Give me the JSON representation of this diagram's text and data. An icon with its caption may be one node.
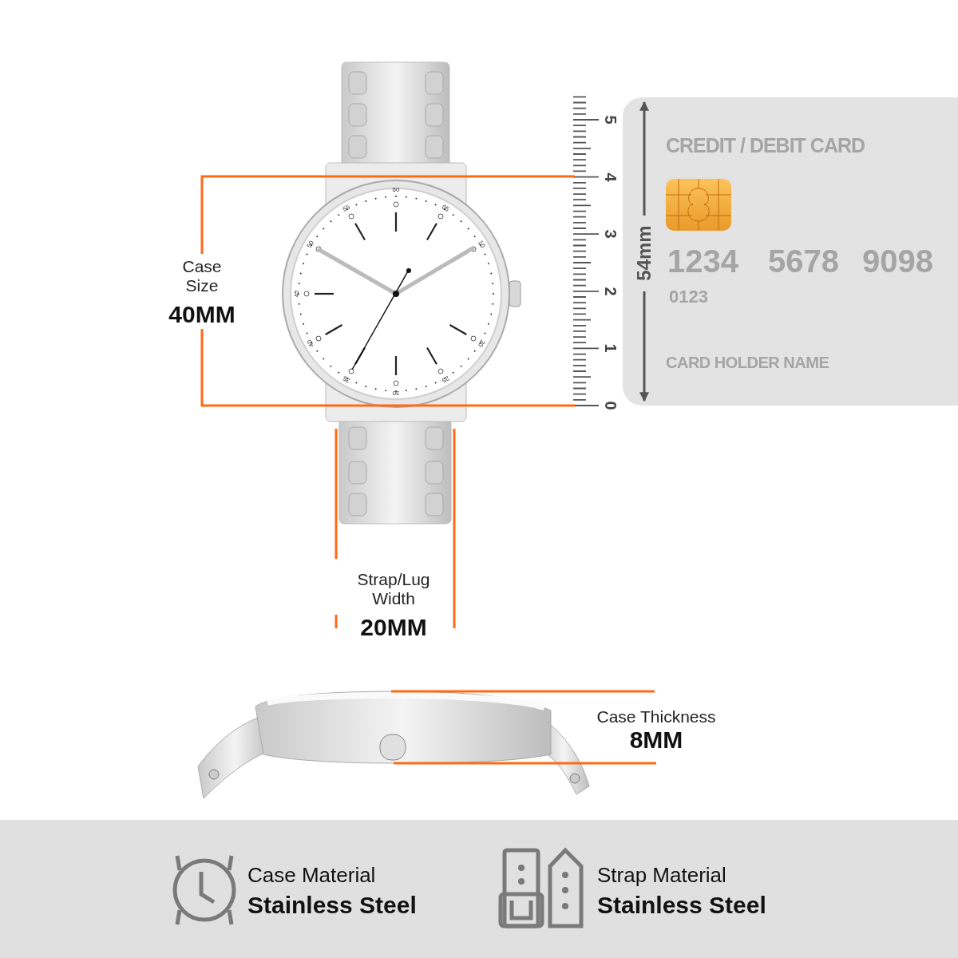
{
  "diagram": {
    "labels": [
      "Case Size",
      "40MM",
      "60",
      "05",
      "10",
      "20",
      "25",
      "30",
      "35",
      "40",
      "45",
      "50",
      "55",
      "5",
      "4",
      "3",
      "2",
      "1",
      "0",
      "CREDIT / DEBIT CARD",
      "1234",
      "5678",
      "9098",
      "0123",
      "CARD HOLDER NAME",
      "54mm",
      "Strap/Lug Width",
      "20MM",
      "Case Thickness",
      "8MM",
      "Case Material",
      "Stainless Steel",
      "Strap Material",
      "Stainless Steel"
    ]
  }
}
